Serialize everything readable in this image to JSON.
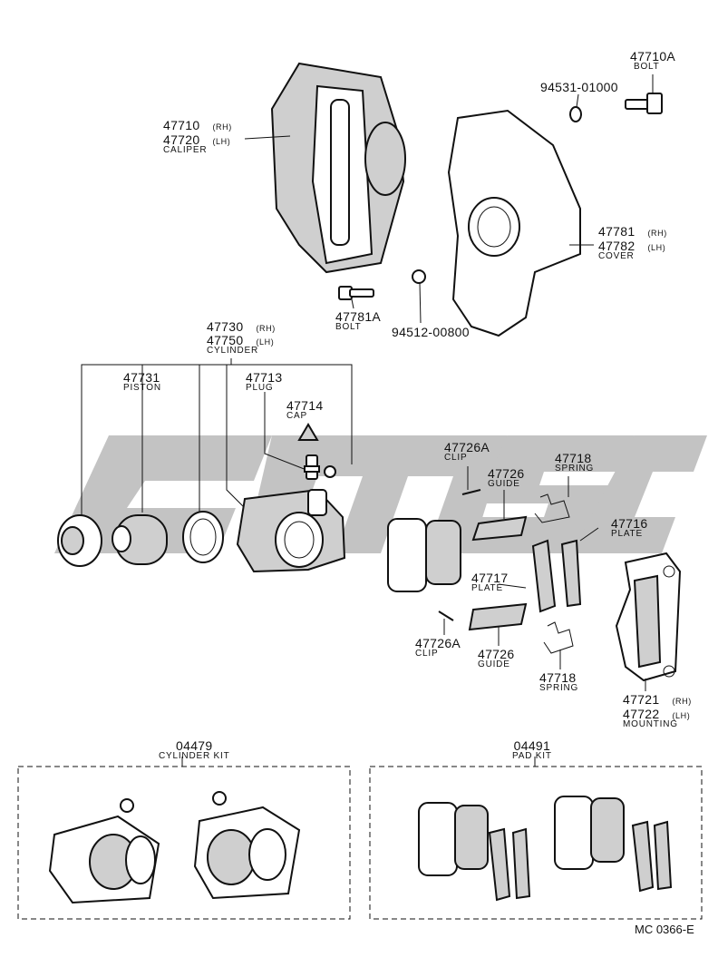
{
  "watermark": {
    "text": "cmsc",
    "color": "#bdbdbd"
  },
  "parts": {
    "bolt_47710a": {
      "number": "47710A",
      "name": "BOLT"
    },
    "washer_94531": {
      "number": "94531-01000"
    },
    "caliper": {
      "number_rh": "47710",
      "side_rh": "(RH)",
      "number_lh": "47720",
      "side_lh": "(LH)",
      "name": "CALIPER"
    },
    "cover": {
      "number_rh": "47781",
      "side_rh": "(RH)",
      "number_lh": "47782",
      "side_lh": "(LH)",
      "name": "COVER"
    },
    "bolt_47781a": {
      "number": "47781A",
      "name": "BOLT"
    },
    "washer_94512": {
      "number": "94512-00800"
    },
    "cylinder": {
      "number_rh": "47730",
      "side_rh": "(RH)",
      "number_lh": "47750",
      "side_lh": "(LH)",
      "name": "CYLINDER"
    },
    "piston": {
      "number": "47731",
      "name": "PISTON"
    },
    "plug": {
      "number": "47713",
      "name": "PLUG"
    },
    "cap": {
      "number": "47714",
      "name": "CAP"
    },
    "clip_upper": {
      "number": "47726A",
      "name": "CLIP"
    },
    "guide_upper": {
      "number": "47726",
      "name": "GUIDE"
    },
    "spring_upper": {
      "number": "47718",
      "name": "SPRING"
    },
    "plate_47716": {
      "number": "47716",
      "name": "PLATE"
    },
    "plate_47717": {
      "number": "47717",
      "name": "PLATE"
    },
    "clip_lower": {
      "number": "47726A",
      "name": "CLIP"
    },
    "guide_lower": {
      "number": "47726",
      "name": "GUIDE"
    },
    "spring_lower": {
      "number": "47718",
      "name": "SPRING"
    },
    "mounting": {
      "number_rh": "47721",
      "side_rh": "(RH)",
      "number_lh": "47722",
      "side_lh": "(LH)",
      "name": "MOUNTING"
    }
  },
  "kits": {
    "cylinder_kit": {
      "number": "04479",
      "name": "CYLINDER KIT"
    },
    "pad_kit": {
      "number": "04491",
      "name": "PAD KIT"
    }
  },
  "diagram_code": "MC 0366-E"
}
